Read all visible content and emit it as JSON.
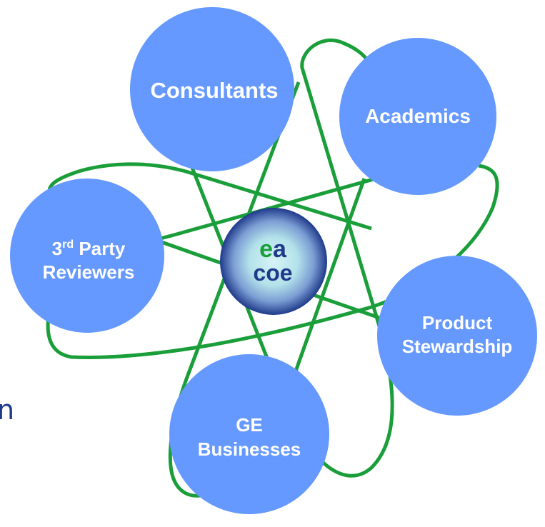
{
  "nodes": {
    "consultants": "Consultants",
    "academics": "Academics",
    "reviewers_line1_num": "3",
    "reviewers_line1_sup": "rd",
    "reviewers_line1_rest": " Party",
    "reviewers_line2": "Reviewers",
    "product_line1": "Product",
    "product_line2": "Stewardship",
    "ge_line1": "GE",
    "ge_line2": "Businesses"
  },
  "center": {
    "line1_e": "e",
    "line1_a": "a",
    "line2": "coe"
  },
  "partial_text": "n",
  "colors": {
    "node_fill": "#6699ff",
    "orbit": "#1a9e3a",
    "center_e": "#1a9e3a",
    "center_text": "#1f3a8a",
    "text_fill": "#ffffff"
  }
}
